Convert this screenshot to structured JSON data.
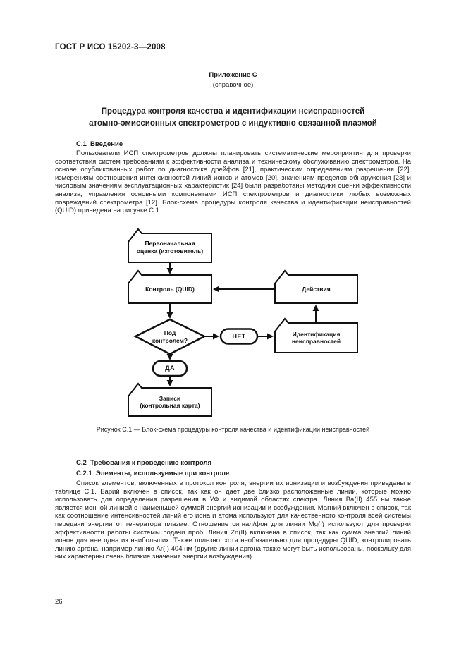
{
  "page": {
    "header": "ГОСТ Р ИСО 15202-3—2008",
    "number": "26"
  },
  "annex": {
    "label": "Приложение С",
    "kind": "(справочное)",
    "title_line1": "Процедура контроля качества и идентификации неисправностей",
    "title_line2": "атомно-эмиссионных спектрометров с индуктивно связанной плазмой"
  },
  "section_c1": {
    "heading": "С.1  Введение",
    "paragraph": "Пользователи ИСП спектрометров должны планировать систематические мероприятия для проверки соответствия систем требованиям к эффективности анализа и техническому обслуживанию спектрометров. На основе опубликованных работ по диагностике дрейфов [21], практическим определениям разрешения [22], измерениям соотношения интенсивностей линий ионов и атомов [20], значениям пределов обнаружения [23] и числовым значениям эксплуатационных характеристик [24] были разработаны методики оценки эффективности анализа, управления основными компонентами ИСП спектрометров и диагностики любых возможных повреждений спектрометра [12]. Блок-схема процедуры контроля качества и идентификации неисправностей (QUID) приведена на рисунке С.1."
  },
  "figure": {
    "caption": "Рисунок С.1 — Блок-схема процедуры контроля качества и идентификации неисправностей",
    "nodes": {
      "initial": "Первоначальная\nоценка (изготовитель)",
      "control": "Контроль (QUID)",
      "actions": "Действия",
      "decision": "Под\nконтролем?",
      "no": "НЕТ",
      "identification": "Идентификация\nнеисправностей",
      "yes": "ДА",
      "records": "Записи\n(контрольная карта)"
    },
    "edges": [
      "Первоначальная оценка (изготовитель) → Контроль (QUID)",
      "Контроль (QUID) → Под контролем?",
      "Под контролем? → НЕТ → Идентификация неисправностей",
      "Идентификация неисправностей → Действия",
      "Действия → Контроль (QUID)",
      "Под контролем? → ДА → Записи (контрольная карта)"
    ]
  },
  "section_c2": {
    "heading": "С.2  Требования к проведению контроля",
    "sub_heading": "С.2.1  Элементы, используемые при контроле",
    "paragraph": "Список элементов, включенных в протокол контроля, энергии их ионизации и возбуждения приведены в таблице С.1. Барий включен в список, так как он дает две близко расположенные линии, которые можно использовать для определения разрешения в УФ и видимой областях спектра. Линия Ba(II) 455 нм также является ионной линией с наименьшей суммой энергий ионизации и возбуждения. Магний включен в список, так как соотношение интенсивностей линий его иона и атома используют для качественного контроля всей системы передачи энергии от генератора плазме. Отношение сигнал/фон для линии Mg(I) используют для проверки эффективности работы системы подачи проб. Линия Zn(II) включена в список, так как сумма энергий линий ионов для нее одна из наибольших. Также полезно, хотя необязательно для процедуры QUID, контролировать линию аргона, например линию Ar(I) 404 нм (другие линии аргона также могут быть использованы, поскольку для них характерны очень близкие значения энергии возбуждения)."
  },
  "colors": {
    "ink": "#1c1c1c",
    "paper": "#ffffff"
  }
}
